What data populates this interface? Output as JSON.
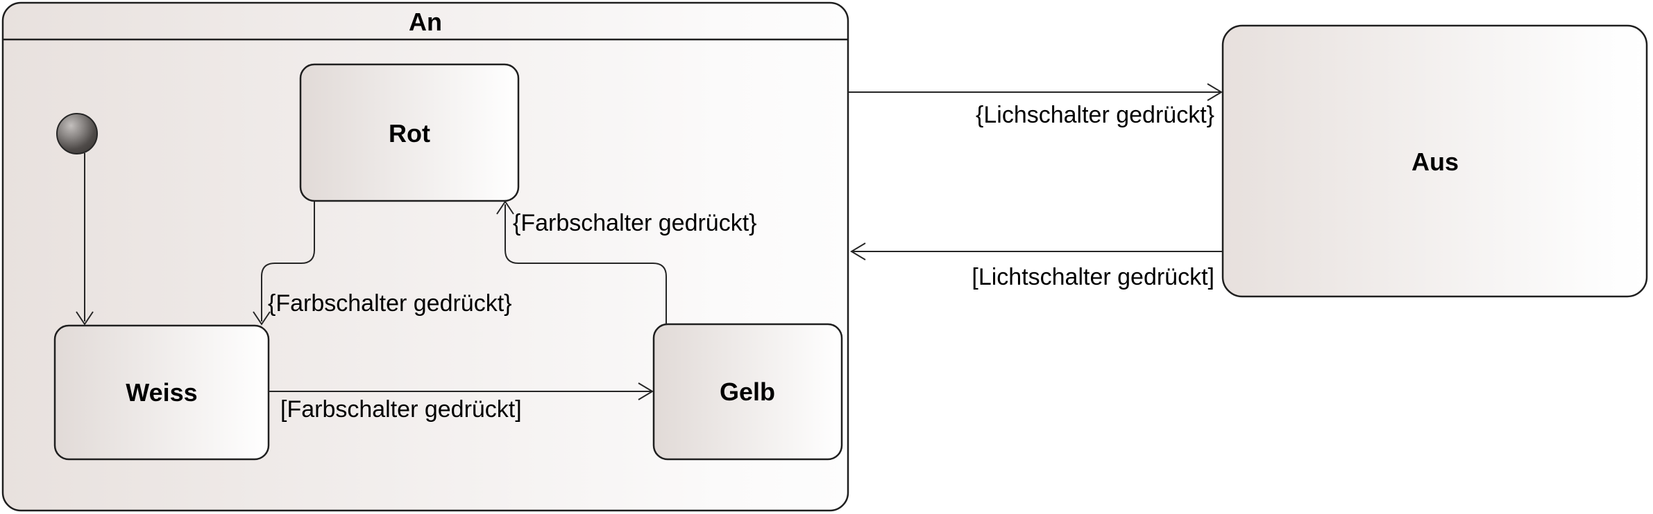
{
  "diagram": {
    "kind": "uml-state-machine",
    "background_color": "#ffffff",
    "border_color": "#1f1f1f",
    "edge_color": "#262626",
    "text_color": "#000000",
    "fill_gradient_left": "#e3dcd9",
    "fill_gradient_right": "#ffffff"
  },
  "states": {
    "an": {
      "label": "An",
      "type": "composite-state"
    },
    "rot": {
      "label": "Rot",
      "type": "simple-state",
      "parent": "An"
    },
    "weiss": {
      "label": "Weiss",
      "type": "simple-state",
      "parent": "An"
    },
    "gelb": {
      "label": "Gelb",
      "type": "simple-state",
      "parent": "An"
    },
    "aus": {
      "label": "Aus",
      "type": "simple-state"
    },
    "initial": {
      "label": "",
      "type": "initial-pseudostate",
      "parent": "An"
    }
  },
  "transitions": {
    "initial_to_weiss": {
      "label": "",
      "from": "initial",
      "to": "Weiss"
    },
    "rot_to_weiss": {
      "label": "{Farbschalter gedrückt}",
      "from": "Rot",
      "to": "Weiss"
    },
    "gelb_to_rot": {
      "label": "{Farbschalter gedrückt}",
      "from": "Gelb",
      "to": "Rot"
    },
    "weiss_to_gelb": {
      "label": "[Farbschalter gedrückt]",
      "from": "Weiss",
      "to": "Gelb"
    },
    "an_to_aus": {
      "label": "{Lichschalter gedrückt}",
      "from": "An",
      "to": "Aus"
    },
    "aus_to_an": {
      "label": "[Lichtschalter gedrückt]",
      "from": "Aus",
      "to": "An"
    }
  }
}
